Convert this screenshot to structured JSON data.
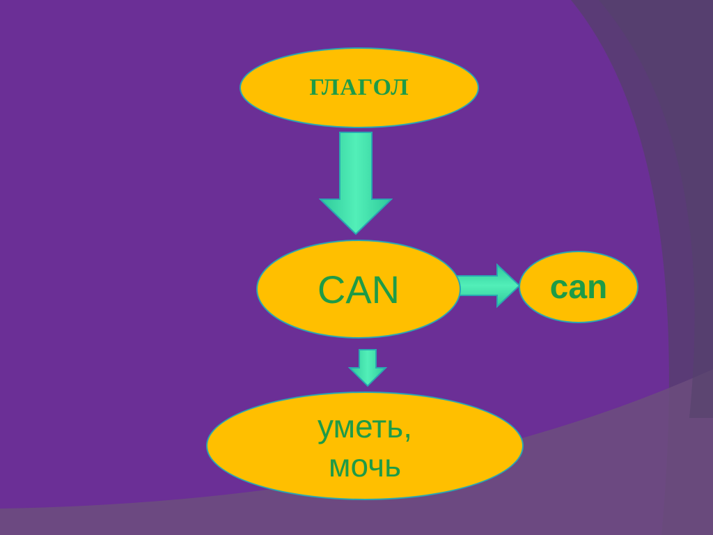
{
  "diagram": {
    "nodes": {
      "top": {
        "label": "ГЛАГОЛ"
      },
      "middle": {
        "label": "CAN"
      },
      "right": {
        "label": "can"
      },
      "bottom": {
        "line1": "уметь,",
        "line2": "мочь"
      }
    },
    "edges": [
      {
        "from": "top",
        "to": "middle"
      },
      {
        "from": "middle",
        "to": "right"
      },
      {
        "from": "middle",
        "to": "bottom"
      }
    ]
  },
  "colors": {
    "background": "#6b2f96",
    "node_fill": "#ffbf00",
    "node_border": "#2aa6b2",
    "node_text": "#1e9b47",
    "arrow": "#3ddca4"
  }
}
